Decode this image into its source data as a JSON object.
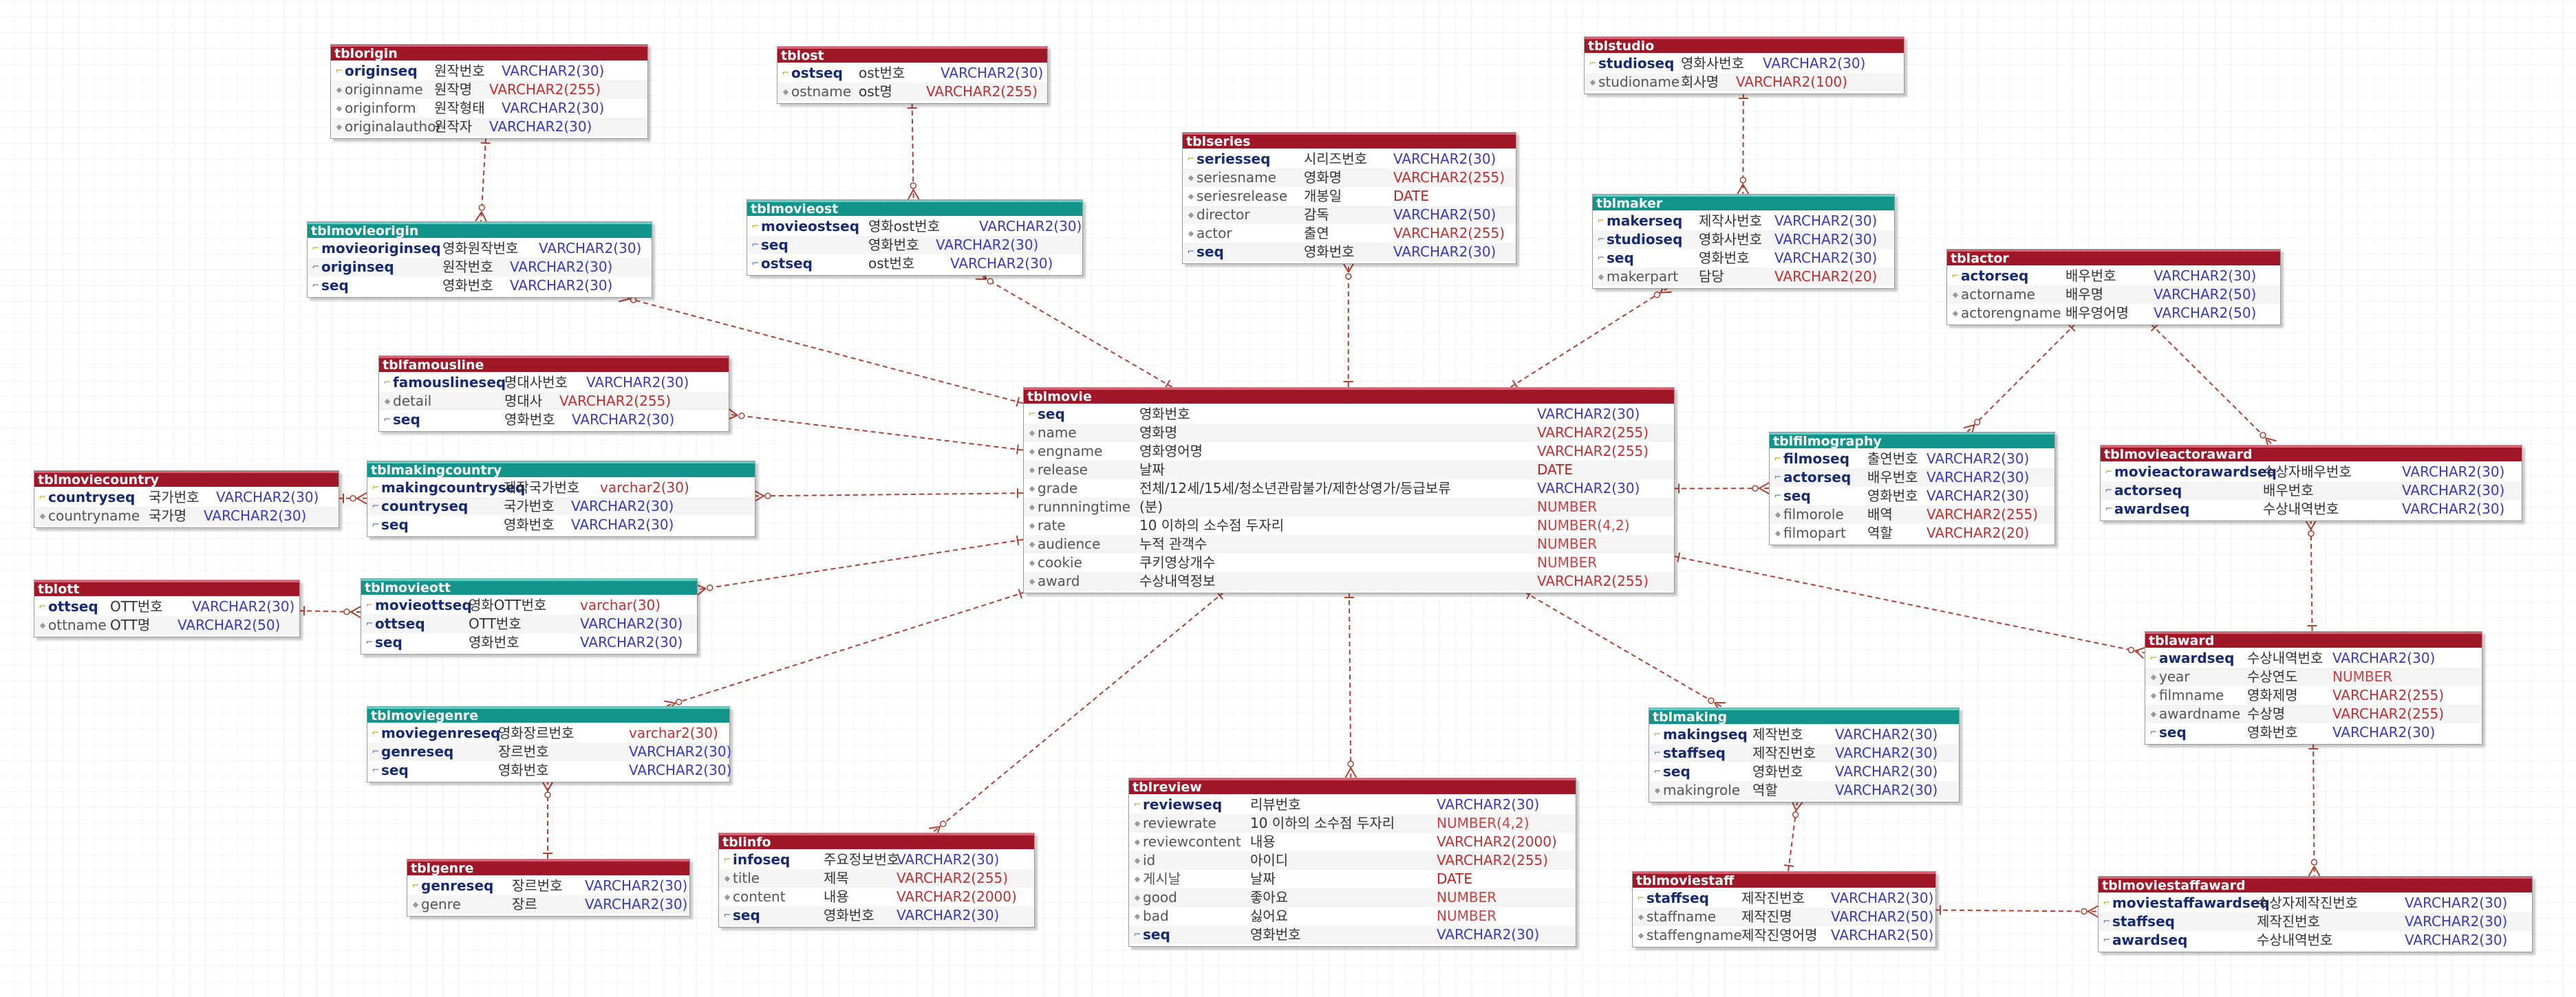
{
  "diagram": {
    "tables": [
      {
        "id": "tblorigin",
        "name": "tblorigin",
        "kind": "entity",
        "columns": [
          {
            "name": "originseq",
            "label": "원작번호",
            "type": "VARCHAR2(30)",
            "key": "pk"
          },
          {
            "name": "originname",
            "label": "원작명",
            "type": "VARCHAR2(255)",
            "key": ""
          },
          {
            "name": "originform",
            "label": "원작형태",
            "type": "VARCHAR2(30)",
            "key": ""
          },
          {
            "name": "originalauthor",
            "label": "원작자",
            "type": "VARCHAR2(30)",
            "key": ""
          }
        ]
      },
      {
        "id": "tblost",
        "name": "tblost",
        "kind": "entity",
        "columns": [
          {
            "name": "ostseq",
            "label": "ost번호",
            "type": "VARCHAR2(30)",
            "key": "pk"
          },
          {
            "name": "ostname",
            "label": "ost명",
            "type": "VARCHAR2(255)",
            "key": ""
          }
        ]
      },
      {
        "id": "tblstudio",
        "name": "tblstudio",
        "kind": "entity",
        "columns": [
          {
            "name": "studioseq",
            "label": "영화사번호",
            "type": "VARCHAR2(30)",
            "key": "pk"
          },
          {
            "name": "studioname",
            "label": "회사명",
            "type": "VARCHAR2(100)",
            "key": ""
          }
        ]
      },
      {
        "id": "tblmovieorigin",
        "name": "tblmovieorigin",
        "kind": "relation",
        "columns": [
          {
            "name": "movieoriginseq",
            "label": "영화원작번호",
            "type": "VARCHAR2(30)",
            "key": "pk"
          },
          {
            "name": "originseq",
            "label": "원작번호",
            "type": "VARCHAR2(30)",
            "key": "fk"
          },
          {
            "name": "seq",
            "label": "영화번호",
            "type": "VARCHAR2(30)",
            "key": "fk"
          }
        ]
      },
      {
        "id": "tblmovieost",
        "name": "tblmovieost",
        "kind": "relation",
        "columns": [
          {
            "name": "movieostseq",
            "label": "영화ost번호",
            "type": "VARCHAR2(30)",
            "key": "pk"
          },
          {
            "name": "seq",
            "label": "영화번호",
            "type": "VARCHAR2(30)",
            "key": "fk"
          },
          {
            "name": "ostseq",
            "label": "ost번호",
            "type": "VARCHAR2(30)",
            "key": "fk"
          }
        ]
      },
      {
        "id": "tblseries",
        "name": "tblseries",
        "kind": "entity",
        "columns": [
          {
            "name": "seriesseq",
            "label": "시리즈번호",
            "type": "VARCHAR2(30)",
            "key": "pk"
          },
          {
            "name": "seriesname",
            "label": "영화명",
            "type": "VARCHAR2(255)",
            "key": ""
          },
          {
            "name": "seriesrelease",
            "label": "개봉일",
            "type": "DATE",
            "key": ""
          },
          {
            "name": "director",
            "label": "감독",
            "type": "VARCHAR2(50)",
            "key": ""
          },
          {
            "name": "actor",
            "label": "출연",
            "type": "VARCHAR2(255)",
            "key": ""
          },
          {
            "name": "seq",
            "label": "영화번호",
            "type": "VARCHAR2(30)",
            "key": "fk"
          }
        ]
      },
      {
        "id": "tblmaker",
        "name": "tblmaker",
        "kind": "relation",
        "columns": [
          {
            "name": "makerseq",
            "label": "제작사번호",
            "type": "VARCHAR2(30)",
            "key": "pk"
          },
          {
            "name": "studioseq",
            "label": "영화사번호",
            "type": "VARCHAR2(30)",
            "key": "fk"
          },
          {
            "name": "seq",
            "label": "영화번호",
            "type": "VARCHAR2(30)",
            "key": "fk"
          },
          {
            "name": "makerpart",
            "label": "담당",
            "type": "VARCHAR2(20)",
            "key": ""
          }
        ]
      },
      {
        "id": "tblactor",
        "name": "tblactor",
        "kind": "entity",
        "columns": [
          {
            "name": "actorseq",
            "label": "배우번호",
            "type": "VARCHAR2(30)",
            "key": "pk"
          },
          {
            "name": "actorname",
            "label": "배우명",
            "type": "VARCHAR2(50)",
            "key": ""
          },
          {
            "name": "actorengname",
            "label": "배우영어명",
            "type": "VARCHAR2(50)",
            "key": ""
          }
        ]
      },
      {
        "id": "tblfamousline",
        "name": "tblfamousline",
        "kind": "entity",
        "columns": [
          {
            "name": "famouslineseq",
            "label": "명대사번호",
            "type": "VARCHAR2(30)",
            "key": "pk"
          },
          {
            "name": "detail",
            "label": "명대사",
            "type": "VARCHAR2(255)",
            "key": ""
          },
          {
            "name": "seq",
            "label": "영화번호",
            "type": "VARCHAR2(30)",
            "key": "fk"
          }
        ]
      },
      {
        "id": "tblmovie",
        "name": "tblmovie",
        "kind": "entity",
        "columns": [
          {
            "name": "seq",
            "label": "영화번호",
            "type": "VARCHAR2(30)",
            "key": "pk"
          },
          {
            "name": "name",
            "label": "영화명",
            "type": "VARCHAR2(255)",
            "key": ""
          },
          {
            "name": "engname",
            "label": "영화영어명",
            "type": "VARCHAR2(255)",
            "key": ""
          },
          {
            "name": "release",
            "label": "날짜",
            "type": "DATE",
            "key": ""
          },
          {
            "name": "grade",
            "label": "전체/12세/15세/청소년관람불가/제한상영가/등급보류",
            "type": "VARCHAR2(30)",
            "key": ""
          },
          {
            "name": "runnningtime",
            "label": "(분)",
            "type": "NUMBER",
            "key": ""
          },
          {
            "name": "rate",
            "label": "10 이하의 소수점 두자리",
            "type": "NUMBER(4,2)",
            "key": ""
          },
          {
            "name": "audience",
            "label": "누적 관객수",
            "type": "NUMBER",
            "key": ""
          },
          {
            "name": "cookie",
            "label": "쿠키영상개수",
            "type": "NUMBER",
            "key": ""
          },
          {
            "name": "award",
            "label": "수상내역정보",
            "type": "VARCHAR2(255)",
            "key": ""
          }
        ]
      },
      {
        "id": "tblmoviecountry",
        "name": "tblmoviecountry",
        "kind": "entity",
        "columns": [
          {
            "name": "countryseq",
            "label": "국가번호",
            "type": "VARCHAR2(30)",
            "key": "pk"
          },
          {
            "name": "countryname",
            "label": "국가명",
            "type": "VARCHAR2(30)",
            "key": ""
          }
        ]
      },
      {
        "id": "tblmakingcountry",
        "name": "tblmakingcountry",
        "kind": "relation",
        "columns": [
          {
            "name": "makingcountryseq",
            "label": "제작국가번호",
            "type": "varchar2(30)",
            "key": "pk"
          },
          {
            "name": "countryseq",
            "label": "국가번호",
            "type": "VARCHAR2(30)",
            "key": "fk"
          },
          {
            "name": "seq",
            "label": "영화번호",
            "type": "VARCHAR2(30)",
            "key": "fk"
          }
        ]
      },
      {
        "id": "tblfilmography",
        "name": "tblfilmography",
        "kind": "relation",
        "columns": [
          {
            "name": "filmoseq",
            "label": "출연번호",
            "type": "VARCHAR2(30)",
            "key": "pk"
          },
          {
            "name": "actorseq",
            "label": "배우번호",
            "type": "VARCHAR2(30)",
            "key": "fk"
          },
          {
            "name": "seq",
            "label": "영화번호",
            "type": "VARCHAR2(30)",
            "key": "fk"
          },
          {
            "name": "filmorole",
            "label": "배역",
            "type": "VARCHAR2(255)",
            "key": ""
          },
          {
            "name": "filmopart",
            "label": "역할",
            "type": "VARCHAR2(20)",
            "key": ""
          }
        ]
      },
      {
        "id": "tblmovieactoraward",
        "name": "tblmovieactoraward",
        "kind": "entity",
        "columns": [
          {
            "name": "movieactorawardseq",
            "label": "수상자배우번호",
            "type": "VARCHAR2(30)",
            "key": "pk"
          },
          {
            "name": "actorseq",
            "label": "배우번호",
            "type": "VARCHAR2(30)",
            "key": "fk"
          },
          {
            "name": "awardseq",
            "label": "수상내역번호",
            "type": "VARCHAR2(30)",
            "key": "fk"
          }
        ]
      },
      {
        "id": "tblott",
        "name": "tblott",
        "kind": "entity",
        "columns": [
          {
            "name": "ottseq",
            "label": "OTT번호",
            "type": "VARCHAR2(30)",
            "key": "pk"
          },
          {
            "name": "ottname",
            "label": "OTT명",
            "type": "VARCHAR2(50)",
            "key": ""
          }
        ]
      },
      {
        "id": "tblmovieott",
        "name": "tblmovieott",
        "kind": "relation",
        "columns": [
          {
            "name": "movieottseq",
            "label": "영화OTT번호",
            "type": "varchar(30)",
            "key": "pk"
          },
          {
            "name": "ottseq",
            "label": "OTT번호",
            "type": "VARCHAR2(30)",
            "key": "fk"
          },
          {
            "name": "seq",
            "label": "영화번호",
            "type": "VARCHAR2(30)",
            "key": "fk"
          }
        ]
      },
      {
        "id": "tblaward",
        "name": "tblaward",
        "kind": "entity",
        "columns": [
          {
            "name": "awardseq",
            "label": "수상내역번호",
            "type": "VARCHAR2(30)",
            "key": "pk"
          },
          {
            "name": "year",
            "label": "수상연도",
            "type": "NUMBER",
            "key": ""
          },
          {
            "name": "filmname",
            "label": "영화제명",
            "type": "VARCHAR2(255)",
            "key": ""
          },
          {
            "name": "awardname",
            "label": "수상명",
            "type": "VARCHAR2(255)",
            "key": ""
          },
          {
            "name": "seq",
            "label": "영화번호",
            "type": "VARCHAR2(30)",
            "key": "fk"
          }
        ]
      },
      {
        "id": "tblmoviegenre",
        "name": "tblmoviegenre",
        "kind": "relation",
        "columns": [
          {
            "name": "moviegenreseq",
            "label": "영화장르번호",
            "type": "varchar2(30)",
            "key": "pk"
          },
          {
            "name": "genreseq",
            "label": "장르번호",
            "type": "VARCHAR2(30)",
            "key": "fk"
          },
          {
            "name": "seq",
            "label": "영화번호",
            "type": "VARCHAR2(30)",
            "key": "fk"
          }
        ]
      },
      {
        "id": "tblmaking",
        "name": "tblmaking",
        "kind": "relation",
        "columns": [
          {
            "name": "makingseq",
            "label": "제작번호",
            "type": "VARCHAR2(30)",
            "key": "pk"
          },
          {
            "name": "staffseq",
            "label": "제작진번호",
            "type": "VARCHAR2(30)",
            "key": "fk"
          },
          {
            "name": "seq",
            "label": "영화번호",
            "type": "VARCHAR2(30)",
            "key": "fk"
          },
          {
            "name": "makingrole",
            "label": "역할",
            "type": "VARCHAR2(30)",
            "key": ""
          }
        ]
      },
      {
        "id": "tblreview",
        "name": "tblreview",
        "kind": "entity",
        "columns": [
          {
            "name": "reviewseq",
            "label": "리뷰번호",
            "type": "VARCHAR2(30)",
            "key": "pk"
          },
          {
            "name": "reviewrate",
            "label": "10 이하의 소수점 두자리",
            "type": "NUMBER(4,2)",
            "key": ""
          },
          {
            "name": "reviewcontent",
            "label": "내용",
            "type": "VARCHAR2(2000)",
            "key": ""
          },
          {
            "name": "id",
            "label": "아이디",
            "type": "VARCHAR2(255)",
            "key": ""
          },
          {
            "name": "게시날",
            "label": "날짜",
            "type": "DATE",
            "key": ""
          },
          {
            "name": "good",
            "label": "좋아요",
            "type": "NUMBER",
            "key": ""
          },
          {
            "name": "bad",
            "label": "싫어요",
            "type": "NUMBER",
            "key": ""
          },
          {
            "name": "seq",
            "label": "영화번호",
            "type": "VARCHAR2(30)",
            "key": "fk"
          }
        ]
      },
      {
        "id": "tblinfo",
        "name": "tblinfo",
        "kind": "entity",
        "columns": [
          {
            "name": "infoseq",
            "label": "주요정보번호",
            "type": "VARCHAR2(30)",
            "key": "pk"
          },
          {
            "name": "title",
            "label": "제목",
            "type": "VARCHAR2(255)",
            "key": ""
          },
          {
            "name": "content",
            "label": "내용",
            "type": "VARCHAR2(2000)",
            "key": ""
          },
          {
            "name": "seq",
            "label": "영화번호",
            "type": "VARCHAR2(30)",
            "key": "fk"
          }
        ]
      },
      {
        "id": "tblgenre",
        "name": "tblgenre",
        "kind": "entity",
        "columns": [
          {
            "name": "genreseq",
            "label": "장르번호",
            "type": "VARCHAR2(30)",
            "key": "pk"
          },
          {
            "name": "genre",
            "label": "장르",
            "type": "VARCHAR2(30)",
            "key": ""
          }
        ]
      },
      {
        "id": "tblmoviestaff",
        "name": "tblmoviestaff",
        "kind": "entity",
        "columns": [
          {
            "name": "staffseq",
            "label": "제작진번호",
            "type": "VARCHAR2(30)",
            "key": "pk"
          },
          {
            "name": "staffname",
            "label": "제작진명",
            "type": "VARCHAR2(50)",
            "key": ""
          },
          {
            "name": "staffengname",
            "label": "제작진영어명",
            "type": "VARCHAR2(50)",
            "key": ""
          }
        ]
      },
      {
        "id": "tblmoviestaffaward",
        "name": "tblmoviestaffaward",
        "kind": "entity",
        "columns": [
          {
            "name": "moviestaffawardseq",
            "label": "수상자제작진번호",
            "type": "VARCHAR2(30)",
            "key": "pk"
          },
          {
            "name": "staffseq",
            "label": "제작진번호",
            "type": "VARCHAR2(30)",
            "key": "fk"
          },
          {
            "name": "awardseq",
            "label": "수상내역번호",
            "type": "VARCHAR2(30)",
            "key": "fk"
          }
        ]
      }
    ],
    "relationships": [
      {
        "from": "tblorigin",
        "to": "tblmovieorigin"
      },
      {
        "from": "tblost",
        "to": "tblmovieost"
      },
      {
        "from": "tblstudio",
        "to": "tblmaker"
      },
      {
        "from": "tblmovie",
        "to": "tblmovieorigin"
      },
      {
        "from": "tblmovie",
        "to": "tblmovieost"
      },
      {
        "from": "tblmovie",
        "to": "tblseries"
      },
      {
        "from": "tblmovie",
        "to": "tblmaker"
      },
      {
        "from": "tblmovie",
        "to": "tblfamousline"
      },
      {
        "from": "tblmovie",
        "to": "tblmakingcountry"
      },
      {
        "from": "tblmoviecountry",
        "to": "tblmakingcountry"
      },
      {
        "from": "tblmovie",
        "to": "tblmovieott"
      },
      {
        "from": "tblott",
        "to": "tblmovieott"
      },
      {
        "from": "tblmovie",
        "to": "tblmoviegenre"
      },
      {
        "from": "tblgenre",
        "to": "tblmoviegenre"
      },
      {
        "from": "tblmovie",
        "to": "tblinfo"
      },
      {
        "from": "tblmovie",
        "to": "tblreview"
      },
      {
        "from": "tblmovie",
        "to": "tblmaking"
      },
      {
        "from": "tblmovie",
        "to": "tblfilmography"
      },
      {
        "from": "tblmovie",
        "to": "tblaward"
      },
      {
        "from": "tblactor",
        "to": "tblfilmography"
      },
      {
        "from": "tblactor",
        "to": "tblmovieactoraward"
      },
      {
        "from": "tblaward",
        "to": "tblmovieactoraward"
      },
      {
        "from": "tblaward",
        "to": "tblmoviestaffaward"
      },
      {
        "from": "tblmoviestaff",
        "to": "tblmaking"
      },
      {
        "from": "tblmoviestaff",
        "to": "tblmoviestaffaward"
      }
    ]
  },
  "colors": {
    "entity_header": "#a01828",
    "relation_header": "#12948a",
    "column_name": "#152a72",
    "type_text": "#c03030",
    "connector": "#b04030",
    "background": "#ffffff"
  }
}
